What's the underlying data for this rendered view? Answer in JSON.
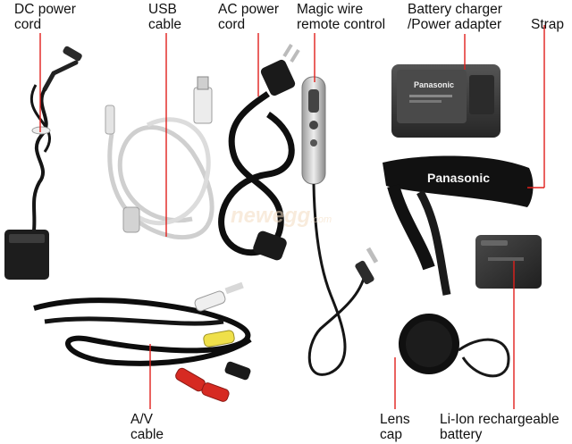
{
  "labels": {
    "dc_power_cord_1": "DC power",
    "dc_power_cord_2": "cord",
    "usb_cable_1": "USB",
    "usb_cable_2": "cable",
    "ac_power_cord_1": "AC power",
    "ac_power_cord_2": "cord",
    "magic_wire_1": "Magic wire",
    "magic_wire_2": "remote control",
    "battery_charger_1": "Battery charger",
    "battery_charger_2": "/Power adapter",
    "strap": "Strap",
    "av_cable_1": "A/V",
    "av_cable_2": "cable",
    "lens_cap_1": "Lens",
    "lens_cap_2": "cap",
    "liion_battery_1": "Li-Ion rechargeable",
    "liion_battery_2": "battery"
  },
  "brand": {
    "charger_logo": "Panasonic",
    "strap_logo": "Panasonic"
  },
  "watermark": {
    "text": "newegg",
    "suffix": ".com"
  },
  "colors": {
    "leader_line": "#e0201c",
    "cable_black": "#111111",
    "cable_white": "#d9d9d9",
    "charger_body": "#3a3a3a"
  }
}
